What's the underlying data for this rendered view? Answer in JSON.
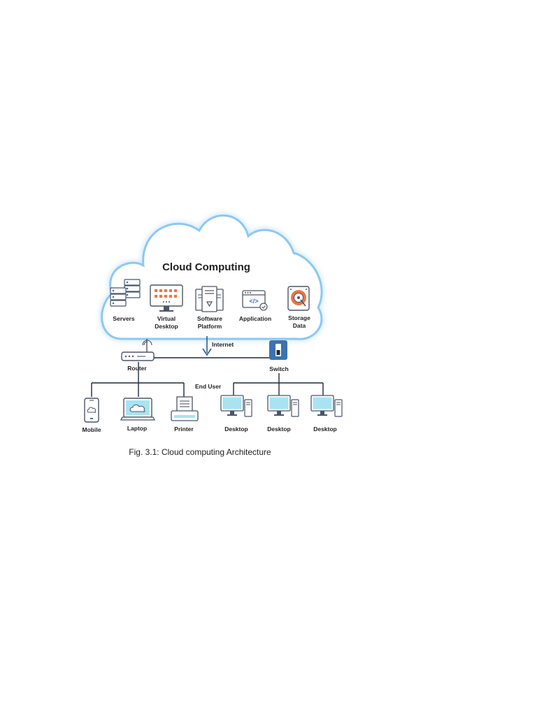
{
  "diagram": {
    "cloud_title": "Cloud Computing",
    "cloud_items": [
      {
        "label": "Servers",
        "icon": "server-rack-icon"
      },
      {
        "label": "Virtual\nDesktop",
        "icon": "monitor-icon"
      },
      {
        "label": "Software\nPlatform",
        "icon": "software-platform-icon"
      },
      {
        "label": "Application",
        "icon": "application-window-icon"
      },
      {
        "label": "Storage\nData",
        "icon": "hard-drive-icon"
      }
    ],
    "internet_label": "Internet",
    "router_label": "Router",
    "switch_label": "Switch",
    "end_user_label": "End User",
    "router_devices": [
      {
        "label": "Mobile",
        "icon": "mobile-phone-icon"
      },
      {
        "label": "Laptop",
        "icon": "laptop-cloud-icon"
      },
      {
        "label": "Printer",
        "icon": "printer-icon"
      }
    ],
    "switch_devices": [
      {
        "label": "Desktop",
        "icon": "desktop-computer-icon"
      },
      {
        "label": "Desktop",
        "icon": "desktop-computer-icon"
      },
      {
        "label": "Desktop",
        "icon": "desktop-computer-icon"
      }
    ],
    "caption": "Fig. 3.1: Cloud computing Architecture"
  },
  "colors": {
    "cloud_glow": "#6fb8ef",
    "accent_orange": "#f0743e",
    "switch_blue": "#3a73b0",
    "screen_blue": "#a9e3f2",
    "line": "#1c2a3a",
    "internet_arrow": "#2b5b91"
  }
}
